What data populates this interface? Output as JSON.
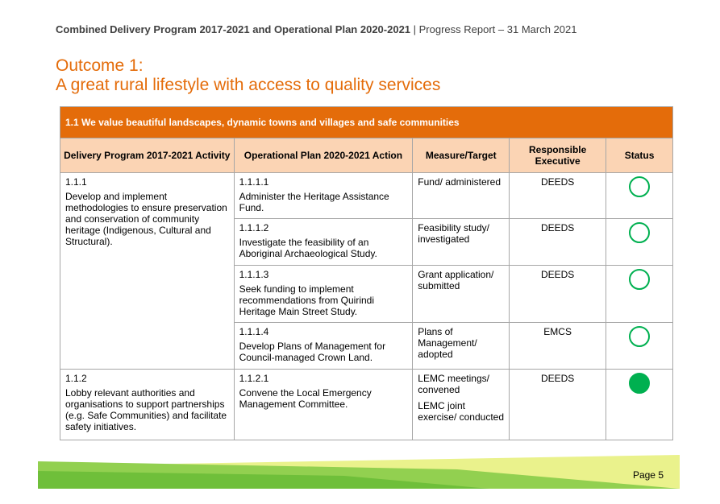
{
  "header": {
    "bold_part": "Combined Delivery Program 2017-2021 and Operational Plan 2020-2021",
    "separator": " | ",
    "normal_part": "Progress Report – 31 March 2021"
  },
  "title": {
    "line1": "Outcome 1:",
    "line2": "A great rural lifestyle with access to quality services"
  },
  "table": {
    "section": "1.1 We value beautiful landscapes, dynamic towns and villages and safe communities",
    "columns": {
      "activity": "Delivery Program 2017-2021 Activity",
      "action": "Operational Plan 2020-2021 Action",
      "measure": "Measure/Target",
      "executive": "Responsible Executive",
      "status": "Status"
    },
    "activities": [
      {
        "code": "1.1.1",
        "text": "Develop and implement methodologies to ensure preservation and conservation of community heritage (Indigenous, Cultural and Structural).",
        "actions": [
          {
            "code": "1.1.1.1",
            "text": "Administer the Heritage Assistance Fund.",
            "measure": [
              "Fund/ administered"
            ],
            "executive": "DEEDS",
            "status": "outline-green-circle"
          },
          {
            "code": "1.1.1.2",
            "text": "Investigate the feasibility of an Aboriginal Archaeological Study.",
            "measure": [
              "Feasibility study/ investigated"
            ],
            "executive": "DEEDS",
            "status": "outline-green-circle"
          },
          {
            "code": "1.1.1.3",
            "text": "Seek funding to implement recommendations from Quirindi Heritage Main Street Study.",
            "measure": [
              "Grant application/ submitted"
            ],
            "executive": "DEEDS",
            "status": "outline-green-circle"
          },
          {
            "code": "1.1.1.4",
            "text": "Develop Plans of Management for Council-managed Crown Land.",
            "measure": [
              "Plans of Management/ adopted"
            ],
            "executive": "EMCS",
            "status": "outline-green-circle"
          }
        ]
      },
      {
        "code": "1.1.2",
        "text": "Lobby relevant authorities and organisations to support partnerships (e.g. Safe Communities) and facilitate safety initiatives.",
        "actions": [
          {
            "code": "1.1.2.1",
            "text": "Convene the Local Emergency Management Committee.",
            "measure": [
              "LEMC meetings/ convened",
              "LEMC joint exercise/ conducted"
            ],
            "executive": "DEEDS",
            "status": "filled-green-circle"
          }
        ]
      }
    ]
  },
  "footer": {
    "page": "Page 5"
  },
  "colors": {
    "orange": "#e46c0a",
    "peach": "#fbd4b4",
    "green": "#00b050",
    "lime": "#92d050"
  }
}
